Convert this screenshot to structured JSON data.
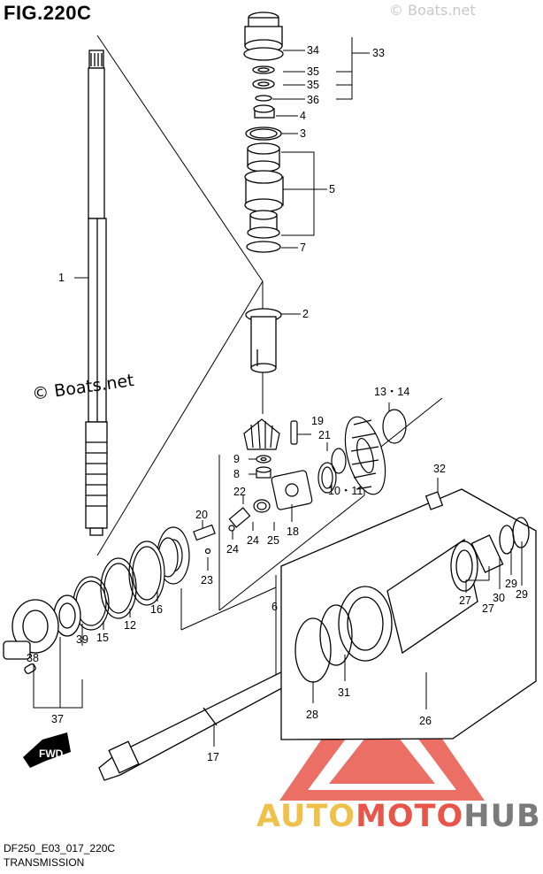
{
  "figure_title": "FIG.220C",
  "watermarks": {
    "main": "© Boats.net",
    "faint": "© Boats.net"
  },
  "footer": {
    "code": "DF250_E03_017_220C",
    "caption": "TRANSMISSION"
  },
  "brand": {
    "part1": "AUTO",
    "part2": "MOTO",
    "part3": "HUB"
  },
  "fwd_label": "FWD",
  "callouts": {
    "c1": "1",
    "c2": "2",
    "c3": "3",
    "c4": "4",
    "c5": "5",
    "c6": "6",
    "c7": "7",
    "c8": "8",
    "c9": "9",
    "c10_11": "10・11",
    "c12": "12",
    "c13_14": "13・14",
    "c15": "15",
    "c16": "16",
    "c17": "17",
    "c18": "18",
    "c19": "19",
    "c20": "20",
    "c21": "21",
    "c22": "22",
    "c23": "23",
    "c24a": "24",
    "c24b": "24",
    "c25": "25",
    "c26": "26",
    "c27a": "27",
    "c27b": "27",
    "c28": "28",
    "c29a": "29",
    "c29b": "29",
    "c30": "30",
    "c31": "31",
    "c32": "32",
    "c33": "33",
    "c34": "34",
    "c35a": "35",
    "c35b": "35",
    "c36": "36",
    "c37": "37",
    "c38": "38",
    "c39": "39"
  },
  "colors": {
    "line": "#000000",
    "logo_red": "#e8564a",
    "logo_yellow": "#f0c14a",
    "logo_gray": "#7b7b7b"
  }
}
